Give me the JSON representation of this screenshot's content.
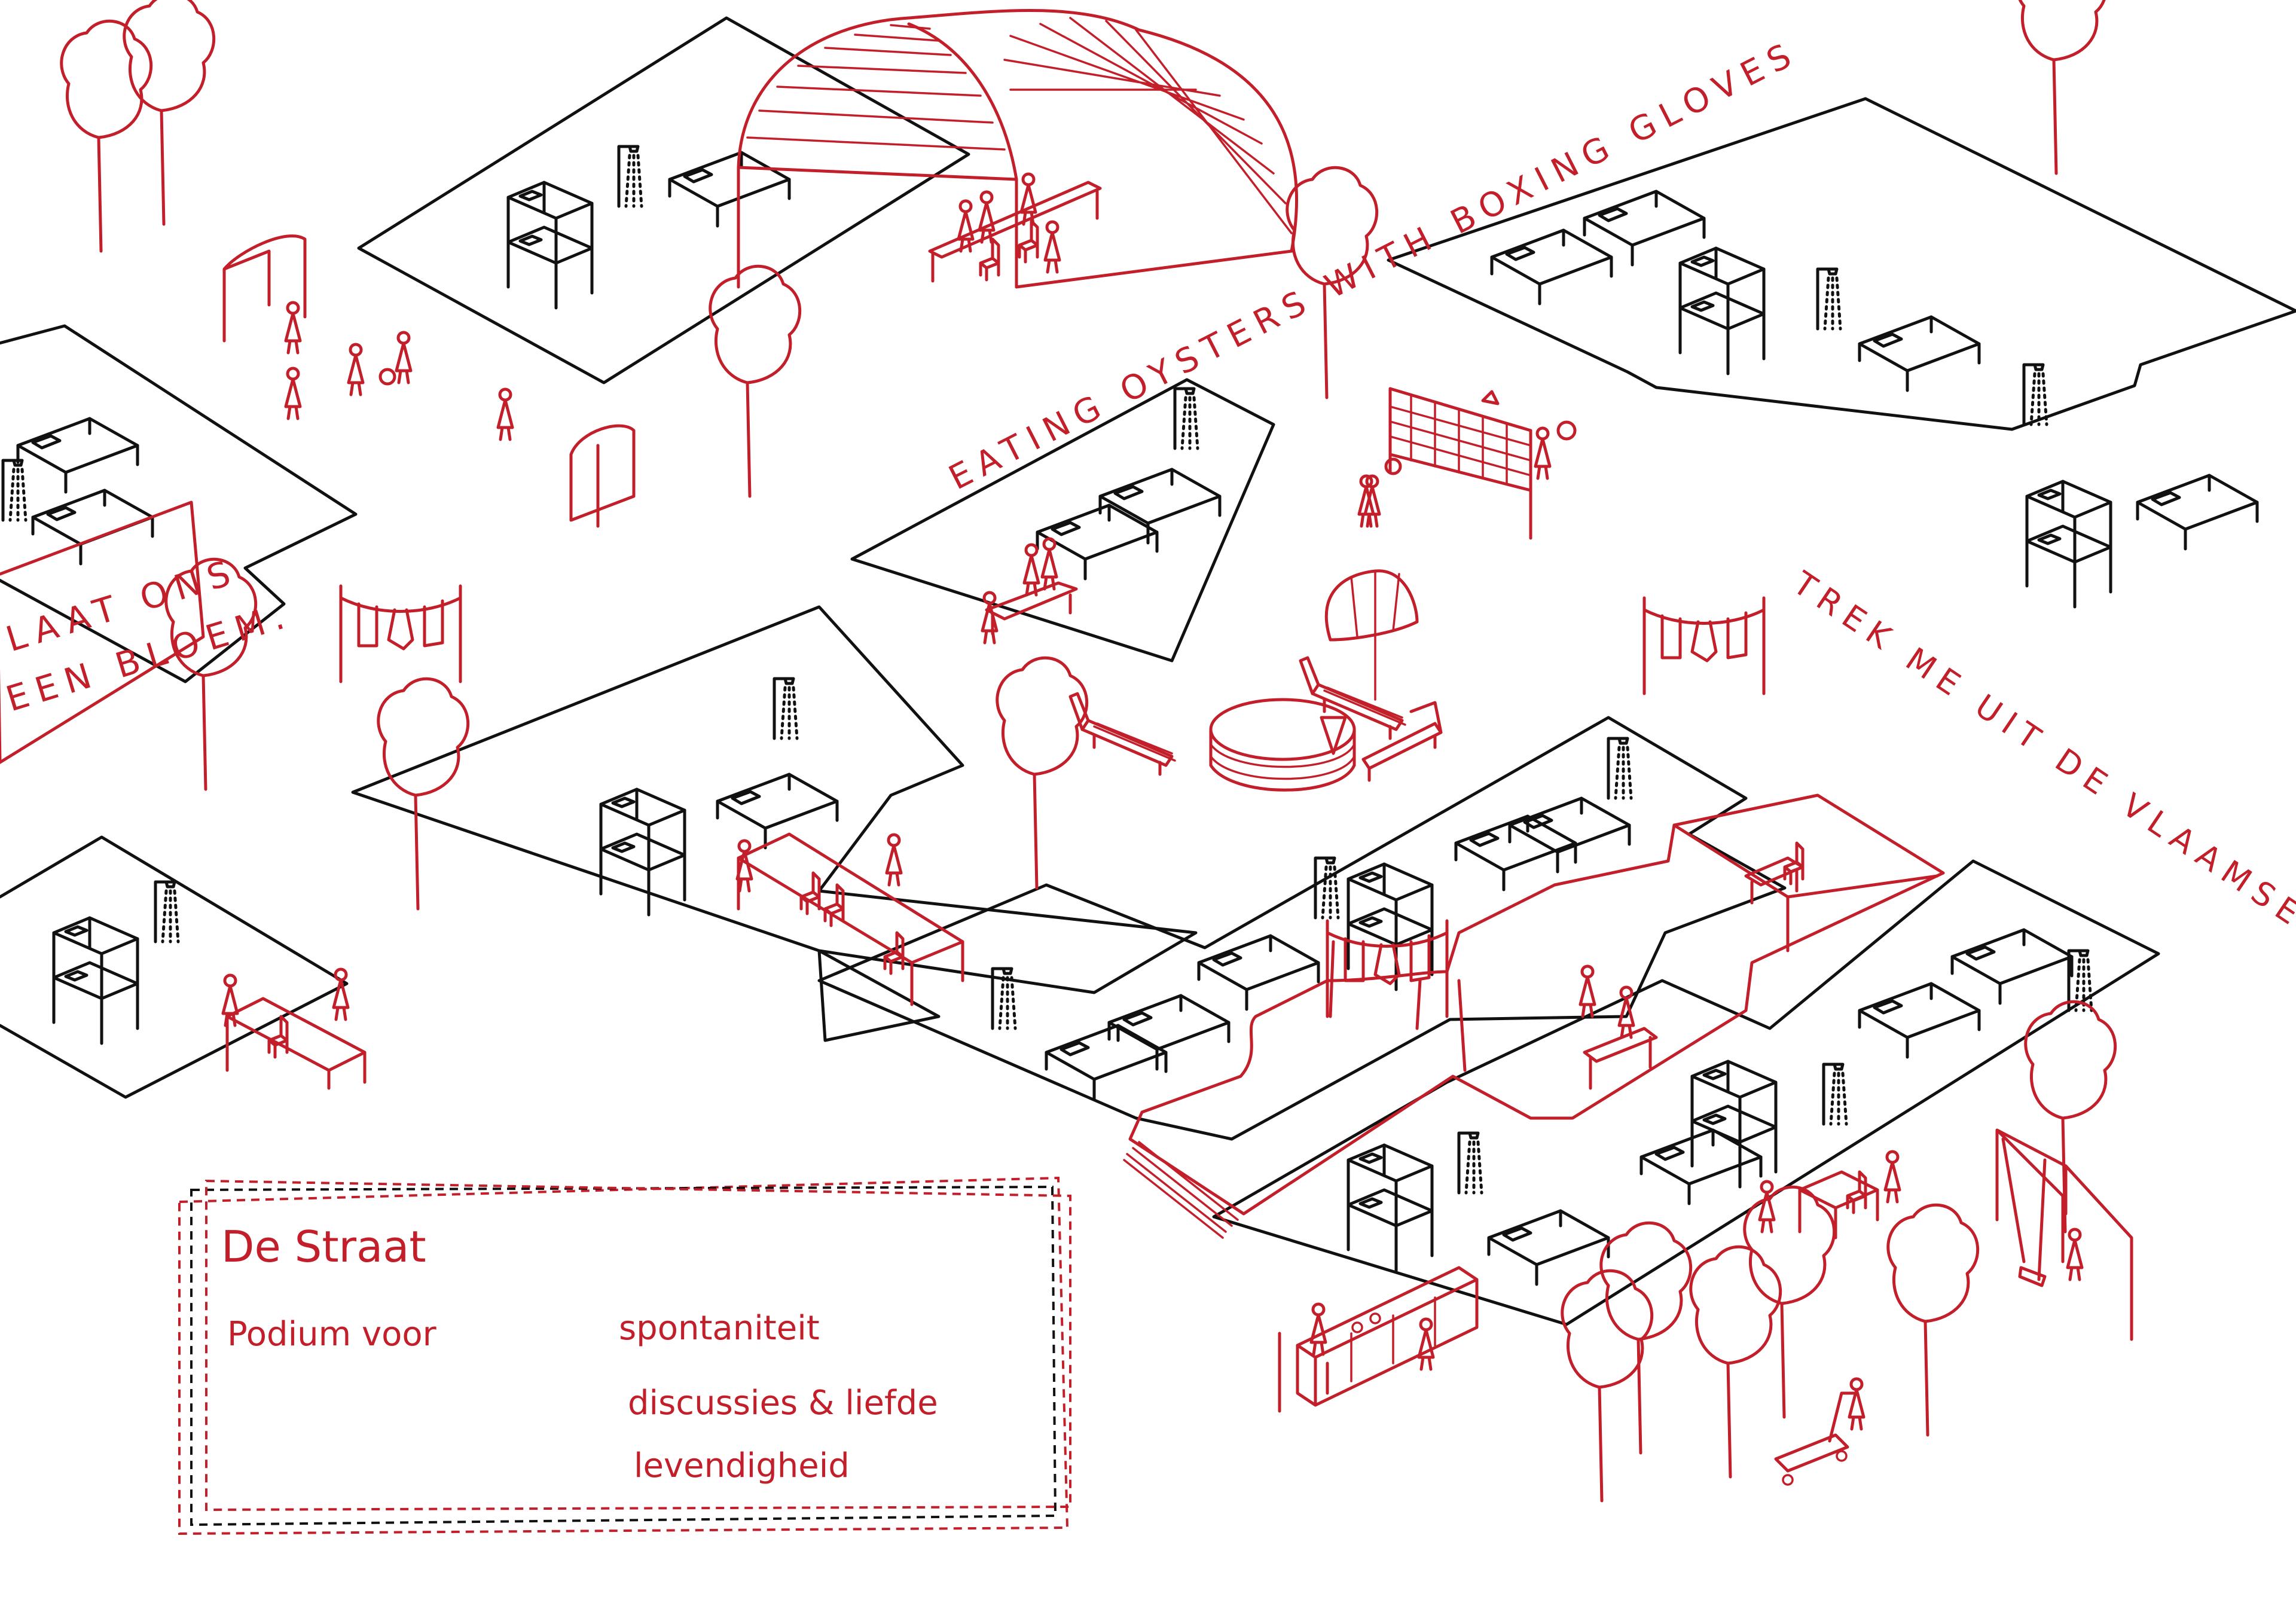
{
  "annotations": {
    "billboard_line1": "LAAT ONS",
    "billboard_line2": "EEN BLOEM.",
    "oysters": "EATING OYSTERS WITH BOXING GLOVES",
    "klei": "TREK ME UIT DE VLAAMSE KLEI"
  },
  "legend": {
    "title": "De Straat",
    "label": "Podium voor",
    "item1": "spontaniteit",
    "item2": "discussies & liefde",
    "item3": "levendigheid"
  },
  "colors": {
    "ink": "#111111",
    "accent": "#c21f2a",
    "paper": "#ffffff"
  }
}
